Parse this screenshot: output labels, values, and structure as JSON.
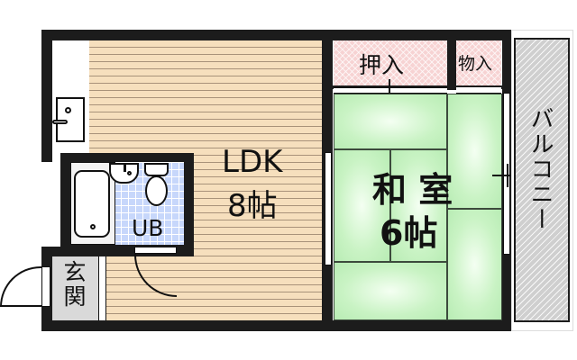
{
  "plan": {
    "rooms": {
      "ldk": {
        "name": "LDK",
        "size": "8帖"
      },
      "washitsu": {
        "name": "和 室",
        "size": "6帖"
      },
      "oshiire": {
        "name": "押入"
      },
      "monoire": {
        "name": "物入"
      },
      "balcony": {
        "name": "バルコニー"
      },
      "unit_bath": {
        "name": "UB"
      },
      "genkan": {
        "name": "玄関"
      }
    },
    "colors": {
      "wall": "#1c1c1c",
      "wood_floor": "#f6dfbd",
      "tatami": "#c9f3c4",
      "closet": "#f7d3d3",
      "balcony": "#cfcfcf",
      "bath_tile": "#c7d7fb",
      "genkan_floor": "#d9d9d9"
    }
  }
}
